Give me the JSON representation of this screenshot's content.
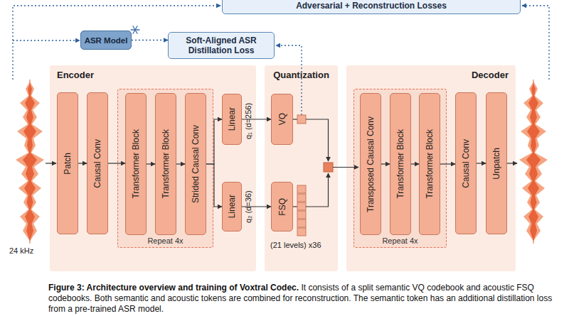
{
  "diagram": {
    "caption": "Figure 3: Architecture overview and training of Voxtral Codec. It consists of a split semantic VQ codebook and acoustic FSQ codebooks. Both semantic and acoustic tokens are combined for reconstruction. The semantic token has an additional distillation loss from a pre-trained ASR model.",
    "nodes": [
      {
        "text": [
          "Adversarial + Reconstruction Losses"
        ]
      },
      {
        "text": [
          "ASR Model"
        ]
      },
      {
        "text": [
          "Soft-Aligned ASR Distillation Loss"
        ]
      },
      {
        "text": [
          "Encoder"
        ]
      },
      {
        "text": [
          "Patch"
        ],
        "in": 3
      },
      {
        "text": [
          "Causal Conv"
        ],
        "in": 3
      },
      {
        "text": [
          "Repeat 4x"
        ],
        "in": 3
      },
      {
        "text": [
          "Transformer Block"
        ],
        "in": 6
      },
      {
        "text": [
          "Transformer Block"
        ],
        "in": 6
      },
      {
        "text": [
          "Strided Causal Conv"
        ],
        "in": 6
      },
      {
        "text": [
          "Linear"
        ],
        "in": 3
      },
      {
        "text": [
          "Linear"
        ],
        "in": 3
      },
      {
        "text": [
          "Quantization"
        ]
      },
      {
        "text": [
          "VQ"
        ],
        "in": 12
      },
      {
        "text": [
          "FSQ"
        ],
        "in": 12
      },
      {
        "text": [
          "Decoder"
        ]
      },
      {
        "text": [
          "Repeat 4x"
        ],
        "in": 15
      },
      {
        "text": [
          "Transposed Causal Conv"
        ],
        "in": 16
      },
      {
        "text": [
          "Transformer Block"
        ],
        "in": 16
      },
      {
        "text": [
          "Transformer Block"
        ],
        "in": 16
      },
      {
        "text": [
          "Causal Conv"
        ],
        "in": 15
      },
      {
        "text": [
          "Unpatch"
        ],
        "in": 15
      }
    ],
    "edges": [
      {
        "from": 1,
        "to": 2,
        "arrow": "to"
      },
      {
        "from": 4,
        "to": 5,
        "arrow": "to"
      },
      {
        "from": 5,
        "to": 7,
        "arrow": "to"
      },
      {
        "from": 7,
        "to": 8,
        "arrow": "to"
      },
      {
        "from": 8,
        "to": 9,
        "arrow": "to"
      },
      {
        "from": 9,
        "to": 10,
        "arrow": "to"
      },
      {
        "from": 9,
        "to": 11,
        "arrow": "to"
      },
      {
        "from": 10,
        "to": 13,
        "arrow": "to"
      },
      {
        "from": 11,
        "to": 14,
        "arrow": "to"
      },
      {
        "from": 17,
        "to": 18,
        "arrow": "to"
      },
      {
        "from": 18,
        "to": 19,
        "arrow": "to"
      },
      {
        "from": 19,
        "to": 20,
        "arrow": "to"
      },
      {
        "from": 20,
        "to": 21,
        "arrow": "to"
      }
    ],
    "labels": [
      "q₁ (d=256)",
      "q₂ (d=36)",
      "(21 levels) x36",
      "24 kHz"
    ]
  }
}
